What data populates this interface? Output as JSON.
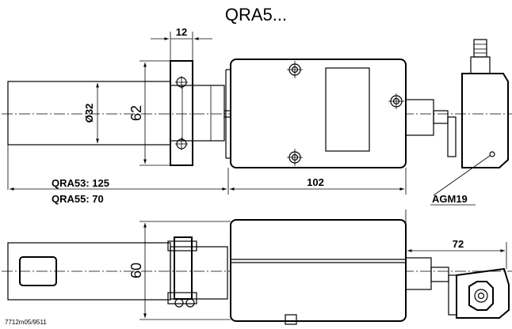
{
  "drawing": {
    "title": "QRA5...",
    "dims": {
      "bracket_width": "12",
      "diameter": "Ø32",
      "height_top": "62",
      "height_side": "60",
      "length_body": "102",
      "length_extension": "72",
      "qra53_label": "QRA53: 125",
      "qra55_label": "QRA55:  70"
    },
    "callout_agm19": "AGM19",
    "drawing_code": "7712m05/9511",
    "icons": [
      "screw-icon",
      "fixing-hole-icon",
      "hex-nut-icon"
    ],
    "colors": {
      "ink": "#000000",
      "paper": "#ffffff"
    }
  }
}
